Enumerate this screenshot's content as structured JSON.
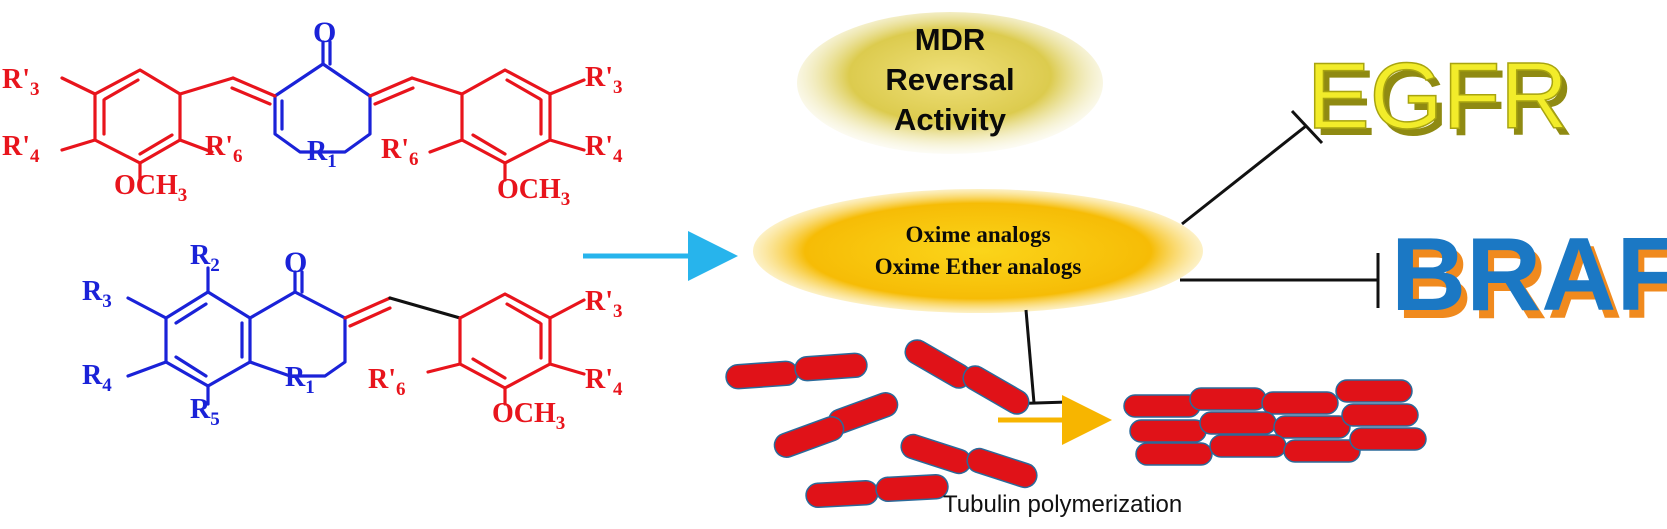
{
  "colors": {
    "substituent_red": "#e8141c",
    "scaffold_blue": "#1a22d8",
    "arrow_cyan": "#27b4ec",
    "arrow_orange": "#f7b500",
    "mdr_ellipse": "#d9c64a",
    "oxime_ellipse": "#f9c20c",
    "egfr_yellow": "#f2ec2a",
    "braf_blue": "#1b78c4",
    "braf_orange": "#f08a1e",
    "tubulin_red": "#e01218"
  },
  "top_structure": {
    "carbonyl": "O",
    "ring_substituent": "R",
    "ring_subscript": "1",
    "left_labels": [
      {
        "base": "R'",
        "sub": "3"
      },
      {
        "base": "R'",
        "sub": "4"
      },
      {
        "base": "R'",
        "sub": "6"
      }
    ],
    "right_labels": [
      {
        "base": "R'",
        "sub": "3"
      },
      {
        "base": "R'",
        "sub": "4"
      },
      {
        "base": "R'",
        "sub": "6"
      }
    ],
    "methoxy": {
      "base": "OCH",
      "sub": "3"
    }
  },
  "bottom_structure": {
    "carbonyl": "O",
    "ring_substituent": {
      "base": "R",
      "sub": "1"
    },
    "left_labels": [
      {
        "base": "R",
        "sub": "2"
      },
      {
        "base": "R",
        "sub": "3"
      },
      {
        "base": "R",
        "sub": "4"
      },
      {
        "base": "R",
        "sub": "5"
      }
    ],
    "right_labels": [
      {
        "base": "R'",
        "sub": "3"
      },
      {
        "base": "R'",
        "sub": "4"
      },
      {
        "base": "R'",
        "sub": "6"
      }
    ],
    "methoxy": {
      "base": "OCH",
      "sub": "3"
    }
  },
  "mdr": {
    "line1": "MDR",
    "line2": "Reversal",
    "line3": "Activity"
  },
  "oxime": {
    "line1": "Oxime analogs",
    "line2": "Oxime Ether analogs"
  },
  "targets": {
    "egfr": "EGFR",
    "braf": "BRAF"
  },
  "tubulin": {
    "caption": "Tubulin polymerization"
  },
  "icons": [
    "inhibition-arrow-icon",
    "cyan-arrow-icon",
    "orange-arrow-icon"
  ]
}
